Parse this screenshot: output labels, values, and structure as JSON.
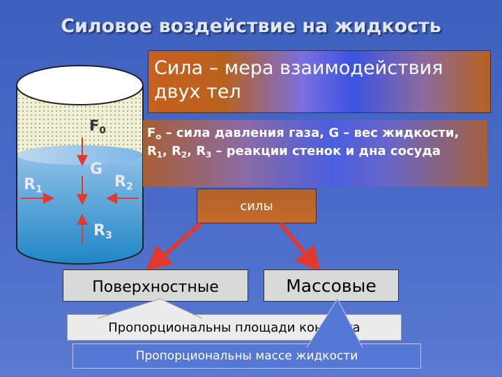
{
  "title": "Силовое воздействие на жидкость",
  "definition": "Сила – мера взаимодействия двух тел",
  "legend": {
    "f0": "F",
    "f0_sub": "о",
    "part1": " – сила давления газа, G – вес жидкости, R",
    "r1_sub": "1",
    "sep1": ", R",
    "r2_sub": "2",
    "sep2": ", R",
    "r3_sub": "3",
    "part2": " – реакции стенок и дна сосуда"
  },
  "forces_box": "силы",
  "types": {
    "surface": "Поверхностные",
    "mass": "Массовые"
  },
  "props": {
    "surface": "Пропорциональны площади контакта",
    "mass": "Пропорциональны массе жидкости"
  },
  "vessel_labels": {
    "f0": "F",
    "f0_sub": "0",
    "g": "G",
    "r1": "R",
    "r1_sub": "1",
    "r2": "R",
    "r2_sub": "2",
    "r3": "R",
    "r3_sub": "3"
  },
  "colors": {
    "force_arrow": "#e0392e",
    "water_top": "#a0c4ec",
    "water_bottom": "#2a8ac8",
    "tile_bg": "#f2f0d2"
  }
}
